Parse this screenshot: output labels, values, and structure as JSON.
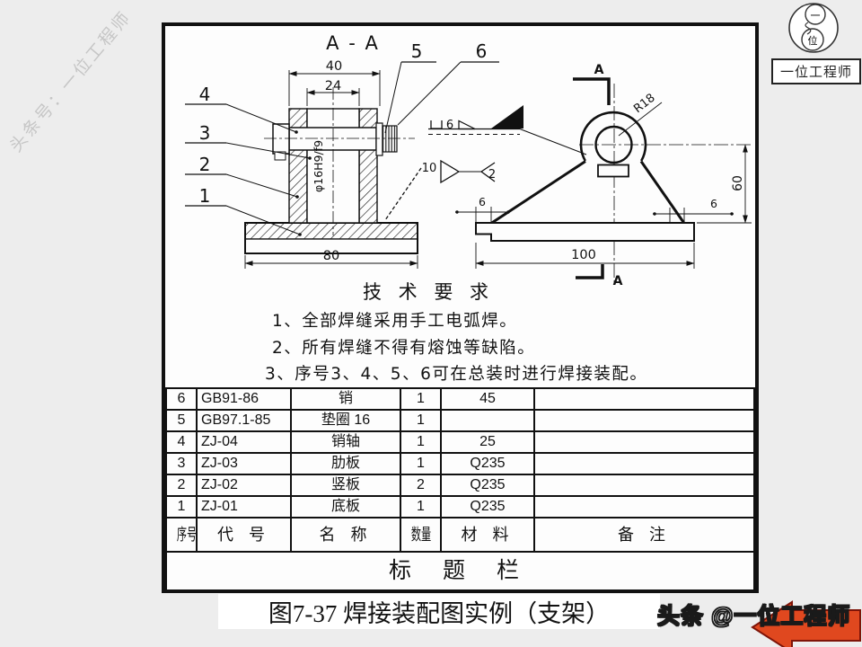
{
  "watermarks": {
    "diagonal": "头条号：一位工程师",
    "corner_badge": "头条 @一位工程师"
  },
  "logo": {
    "name": "一位工程师",
    "seal_top": "一",
    "seal_bottom": "位"
  },
  "caption": {
    "text": "图7-37 焊接装配图实例（支架）"
  },
  "drawing": {
    "view_title": "A - A",
    "section_label": "A",
    "balloons": [
      "1",
      "2",
      "3",
      "4",
      "5",
      "6"
    ],
    "dims": {
      "top_width": "40",
      "bore_width": "24",
      "base_width": "80",
      "front_base_width": "100",
      "height": "60",
      "left_offset": "6",
      "right_offset": "6",
      "radius": "R18",
      "pin_fit": "φ16H9/f9"
    },
    "welds": {
      "groove_size": "6",
      "fillet_size": "10",
      "fillet_count": "2"
    }
  },
  "tech_requirements": {
    "title": "技 术 要 求",
    "items": [
      "1、全部焊缝采用手工电弧焊。",
      "2、所有焊缝不得有熔蚀等缺陷。",
      "3、序号3、4、5、6可在总装时进行焊接装配。"
    ]
  },
  "parts_table": {
    "headers": {
      "no": "序号",
      "code": "代 号",
      "name": "名 称",
      "qty": "数量",
      "material": "材 料",
      "note": "备 注"
    },
    "rows": [
      {
        "no": "6",
        "code": "GB91-86",
        "name": "销",
        "qty": "1",
        "material": "45",
        "note": ""
      },
      {
        "no": "5",
        "code": "GB97.1-85",
        "name": "垫圈 16",
        "qty": "1",
        "material": "",
        "note": ""
      },
      {
        "no": "4",
        "code": "ZJ-04",
        "name": "销轴",
        "qty": "1",
        "material": "25",
        "note": ""
      },
      {
        "no": "3",
        "code": "ZJ-03",
        "name": "肋板",
        "qty": "1",
        "material": "Q235",
        "note": ""
      },
      {
        "no": "2",
        "code": "ZJ-02",
        "name": "竖板",
        "qty": "2",
        "material": "Q235",
        "note": ""
      },
      {
        "no": "1",
        "code": "ZJ-01",
        "name": "底板",
        "qty": "1",
        "material": "Q235",
        "note": ""
      }
    ],
    "footer": "标 题 栏"
  },
  "colors": {
    "badge_red": "#e0481f",
    "watermark_gray": "#c6c6c6"
  }
}
